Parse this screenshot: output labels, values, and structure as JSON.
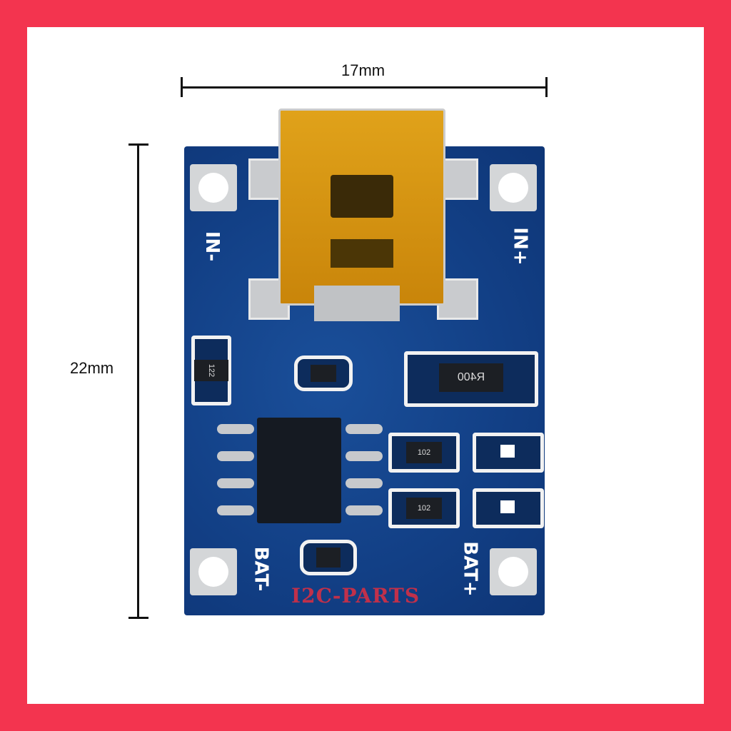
{
  "dimensions": {
    "width_label": "17mm",
    "height_label": "22mm"
  },
  "board_labels": {
    "in_minus": "IN-",
    "in_plus": "IN+",
    "bat_minus": "BAT-",
    "bat_plus": "BAT+"
  },
  "components": {
    "resistor_main": "R400",
    "resistor_a": "102",
    "resistor_b": "102",
    "resistor_c": "122"
  },
  "watermark": "I2C-PARTS"
}
